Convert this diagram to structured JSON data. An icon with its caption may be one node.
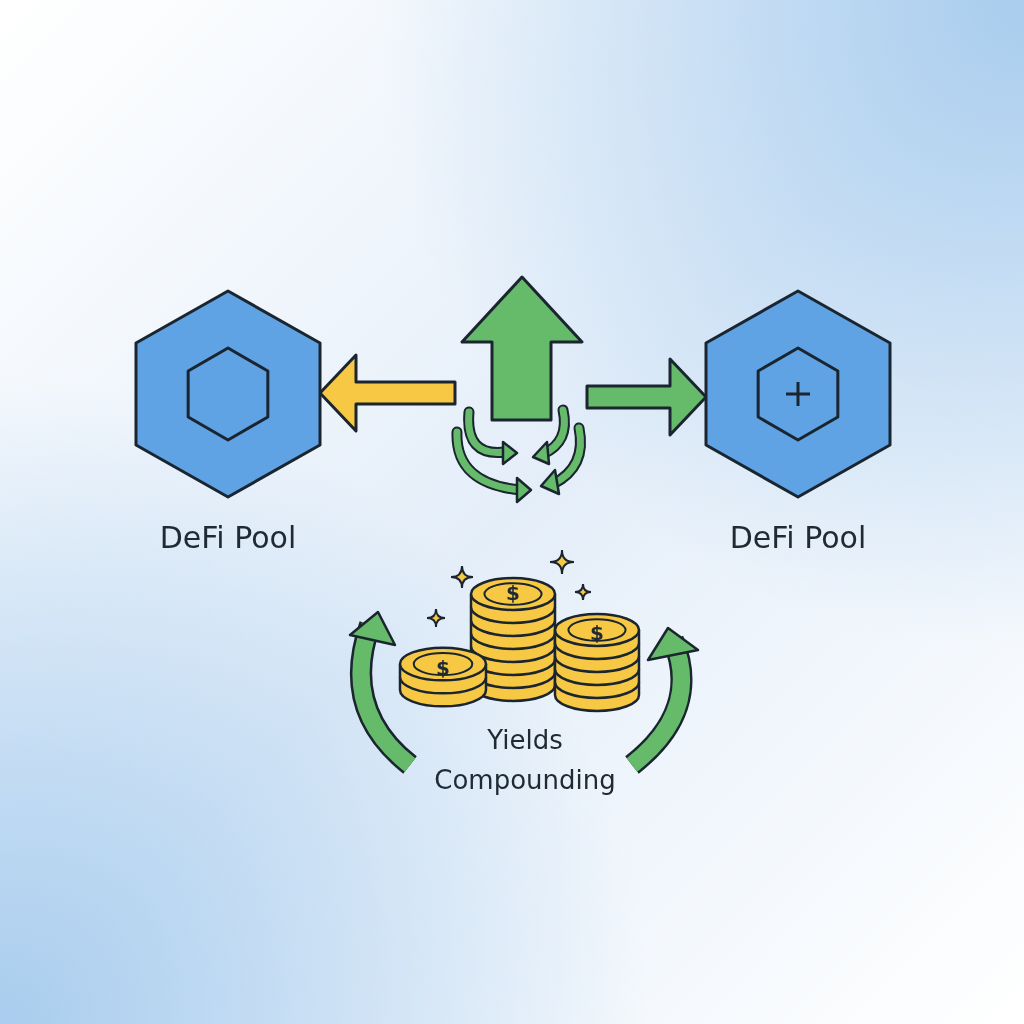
{
  "diagram": {
    "nodes": [
      {
        "text": [
          "DeFi Pool"
        ]
      },
      {
        "text": [
          "DeFi Pool"
        ]
      },
      {
        "text": [],
        "shape": "picture"
      },
      {
        "text": [
          "Yields Compounding"
        ]
      }
    ],
    "edges": [
      {
        "from": 2,
        "to": 0,
        "arrow": "to",
        "style": "thick",
        "color": "#f7c843"
      },
      {
        "from": 2,
        "to": 1,
        "arrow": "to",
        "style": "thick",
        "color": "#66bb6a"
      }
    ],
    "labels": [
      "$",
      "$",
      "$"
    ]
  }
}
